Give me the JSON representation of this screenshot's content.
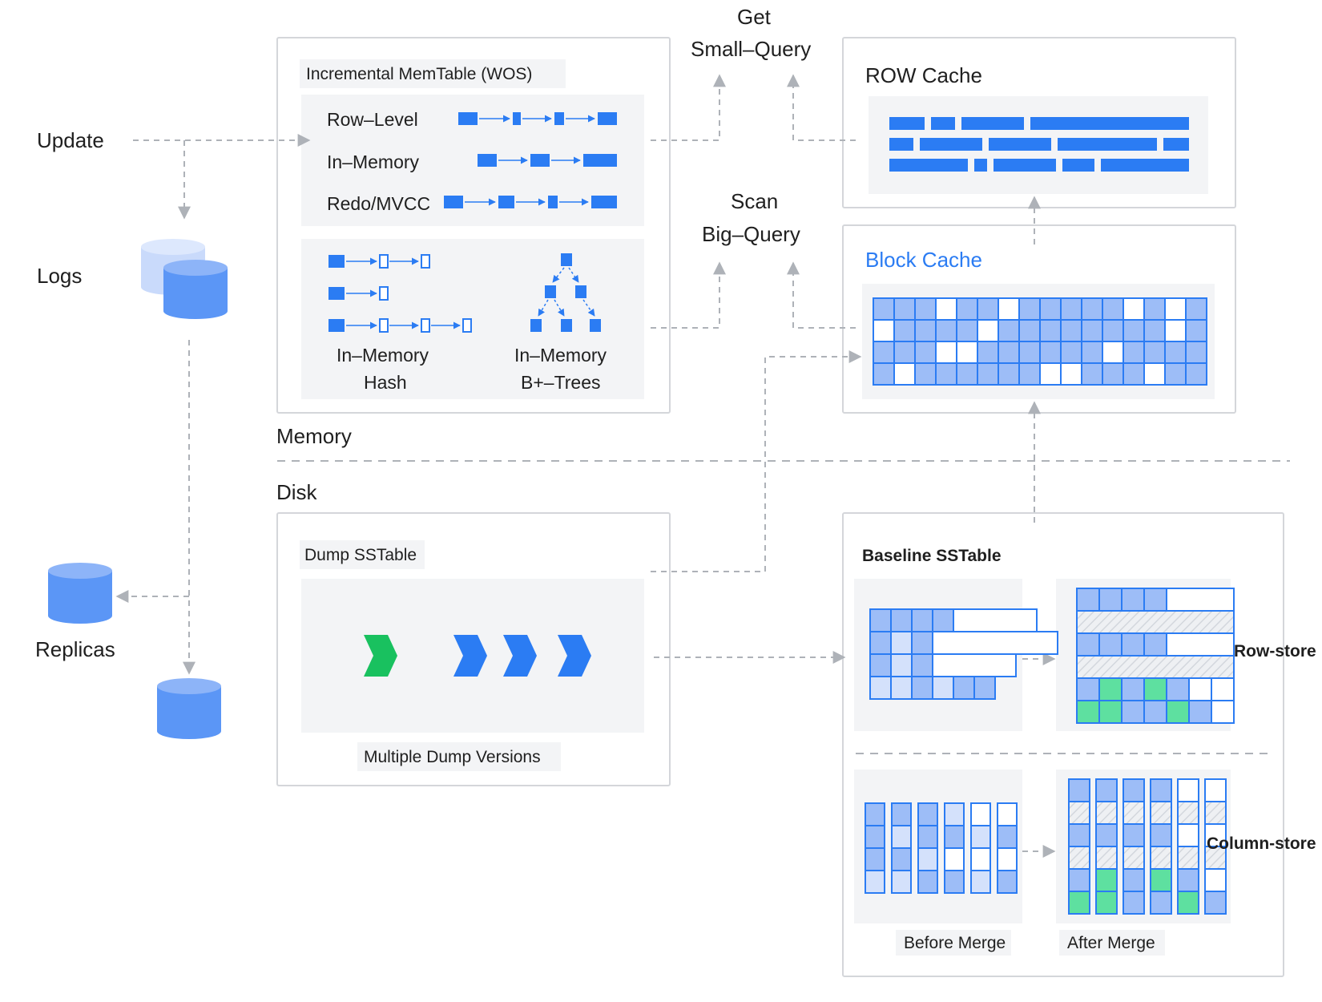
{
  "left": {
    "update": "Update",
    "logs": "Logs",
    "replicas": "Replicas"
  },
  "queries": {
    "get": "Get",
    "small_query": "Small–Query",
    "scan": "Scan",
    "big_query": "Big–Query"
  },
  "memtable": {
    "title": "Incremental MemTable (WOS)",
    "rows": [
      "Row–Level",
      "In–Memory",
      "Redo/MVCC"
    ],
    "hash_label_1": "In–Memory",
    "hash_label_2": "Hash",
    "btree_label_1": "In–Memory",
    "btree_label_2": "B+–Trees"
  },
  "tiers": {
    "memory": "Memory",
    "disk": "Disk"
  },
  "row_cache": {
    "title": "ROW Cache"
  },
  "block_cache": {
    "title": "Block Cache"
  },
  "dump": {
    "title": "Dump SSTable",
    "caption": "Multiple Dump Versions"
  },
  "baseline": {
    "title": "Baseline SSTable",
    "row_store": "Row-store",
    "column_store": "Column-store",
    "before_merge": "Before Merge",
    "after_merge": "After Merge"
  },
  "colors": {
    "blue": "#2b7cf3",
    "light_blue": "#9dbdf7",
    "pale_blue": "#d4e1fb",
    "green": "#19c15f",
    "mint": "#5ee0a0",
    "box_border": "#d4d6da",
    "panel_bg": "#f3f4f6",
    "arrow_gray": "#aeb2b8"
  }
}
